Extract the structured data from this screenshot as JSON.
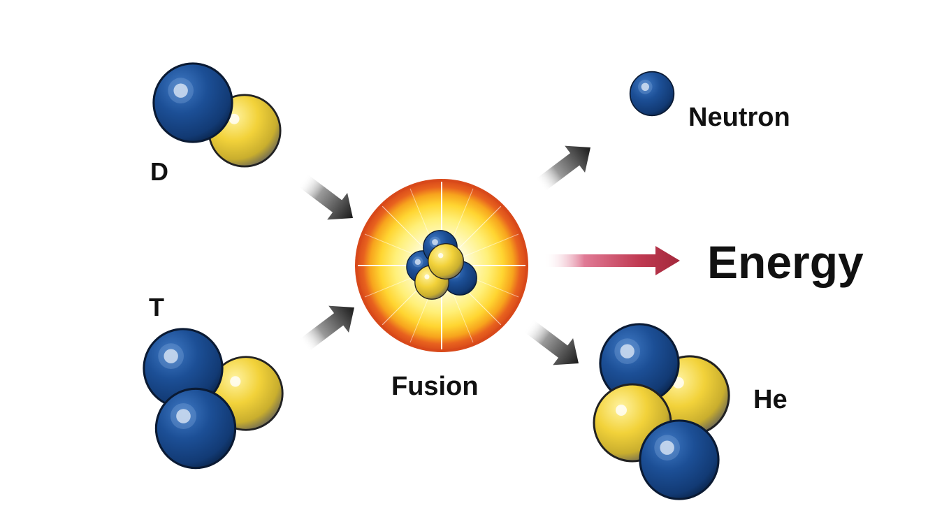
{
  "labels": {
    "deuterium": "D",
    "tritium": "T",
    "fusion": "Fusion",
    "neutron": "Neutron",
    "energy": "Energy",
    "helium": "He"
  },
  "colors": {
    "proton": "#f2d23a",
    "neutron": "#1c4f96",
    "arrow": "#1a1a1a",
    "energy_arrow": "#b0283f",
    "glow_outer": "#e8621e",
    "glow_inner": "#fff79a"
  },
  "icons": {
    "reaction_arrow": "arrow-icon",
    "energy_arrow": "energy-arrow-icon",
    "fusion_burst": "burst-icon"
  }
}
